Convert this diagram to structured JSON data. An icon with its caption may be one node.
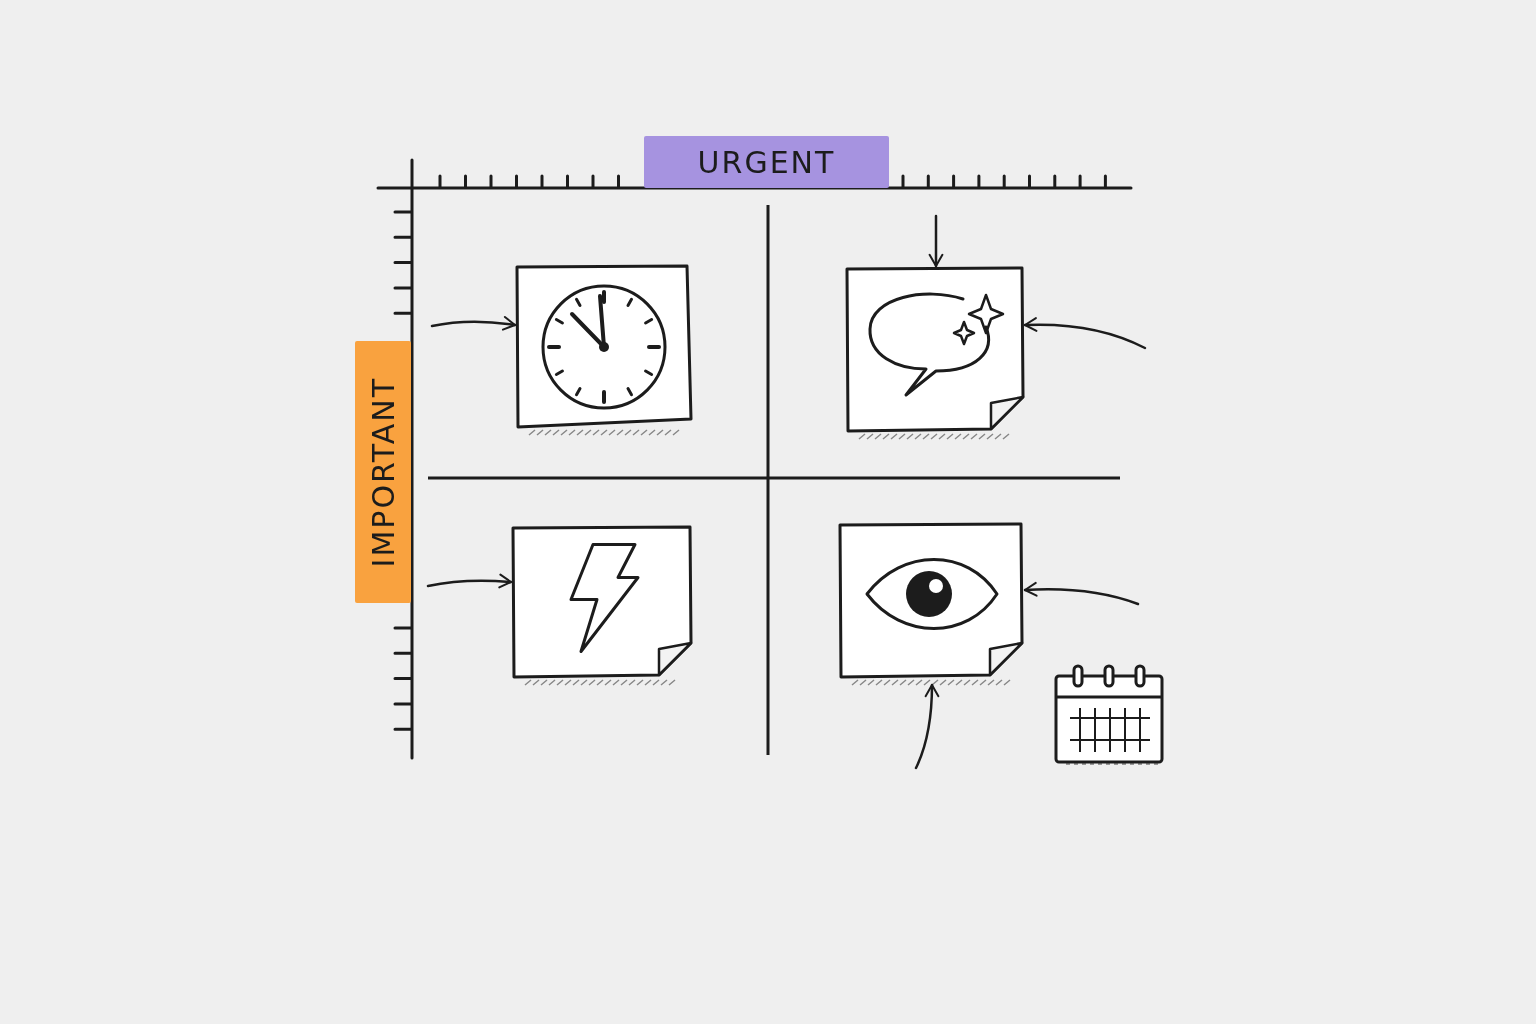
{
  "diagram": {
    "nodes": [
      {
        "text": [],
        "shape": "picture"
      },
      {
        "text": [],
        "shape": "picture"
      },
      {
        "text": [],
        "shape": "picture"
      },
      {
        "text": [],
        "shape": "picture"
      }
    ],
    "edges": [
      {
        "from": null,
        "to": 0,
        "arrow": "to"
      },
      {
        "from": null,
        "to": 1,
        "arrow": "to"
      },
      {
        "from": null,
        "to": 1,
        "arrow": "to"
      },
      {
        "from": null,
        "to": 2,
        "arrow": "to"
      },
      {
        "from": null,
        "to": 3,
        "arrow": "to"
      },
      {
        "from": null,
        "to": 3,
        "arrow": "to"
      }
    ],
    "labels": [
      "URGENT",
      "IMPORTANT"
    ]
  }
}
